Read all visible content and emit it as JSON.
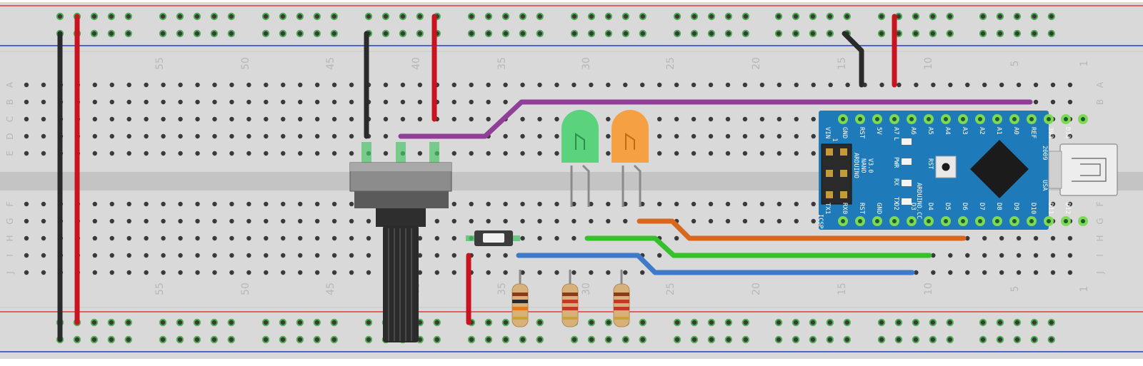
{
  "column_labels": [
    "1",
    "5",
    "10",
    "15",
    "20",
    "25",
    "30",
    "35",
    "40",
    "45",
    "50",
    "55"
  ],
  "row_labels_top": [
    "A",
    "B",
    "C",
    "D",
    "E"
  ],
  "row_labels_bottom": [
    "F",
    "G",
    "H",
    "I",
    "J"
  ],
  "arduino": {
    "top_pins": [
      "D13",
      "3V3",
      "REF",
      "A0",
      "A1",
      "A2",
      "A3",
      "A4",
      "A5",
      "A6",
      "A7",
      "5V",
      "RST",
      "GND",
      "VIN"
    ],
    "bottom_pins": [
      "D12",
      "D11",
      "D10",
      "D9",
      "D8",
      "D7",
      "D6",
      "D5",
      "D4",
      "D3",
      "D2",
      "GND",
      "RST",
      "RX0",
      "TX1"
    ],
    "board_name": "ARDUINO",
    "board_model": "NANO",
    "board_version": "V3.0",
    "website": "ARDUINO.CC",
    "year": "2009",
    "country": "USA",
    "icsp_label": "ICSP",
    "icsp_pin": "1",
    "leds": [
      "L",
      "PWR",
      "RX",
      "TX"
    ],
    "reset_label": "RST"
  },
  "colors": {
    "board": "#d9d9d9",
    "trench": "#c4c4c4",
    "hole": "#3a3a3a",
    "hole_ring": "#4caf50",
    "rail_red": "#e53935",
    "rail_blue": "#1e3fd0",
    "wire_black": "#2a2a2a",
    "wire_red": "#c8141e",
    "wire_purple": "#8f3f98",
    "wire_orange": "#d9681f",
    "wire_green": "#36c02c",
    "wire_blue": "#3f7ac9",
    "led_green": "#5ad37c",
    "led_orange": "#f5a043",
    "nano_pcb": "#1e7ab8"
  }
}
